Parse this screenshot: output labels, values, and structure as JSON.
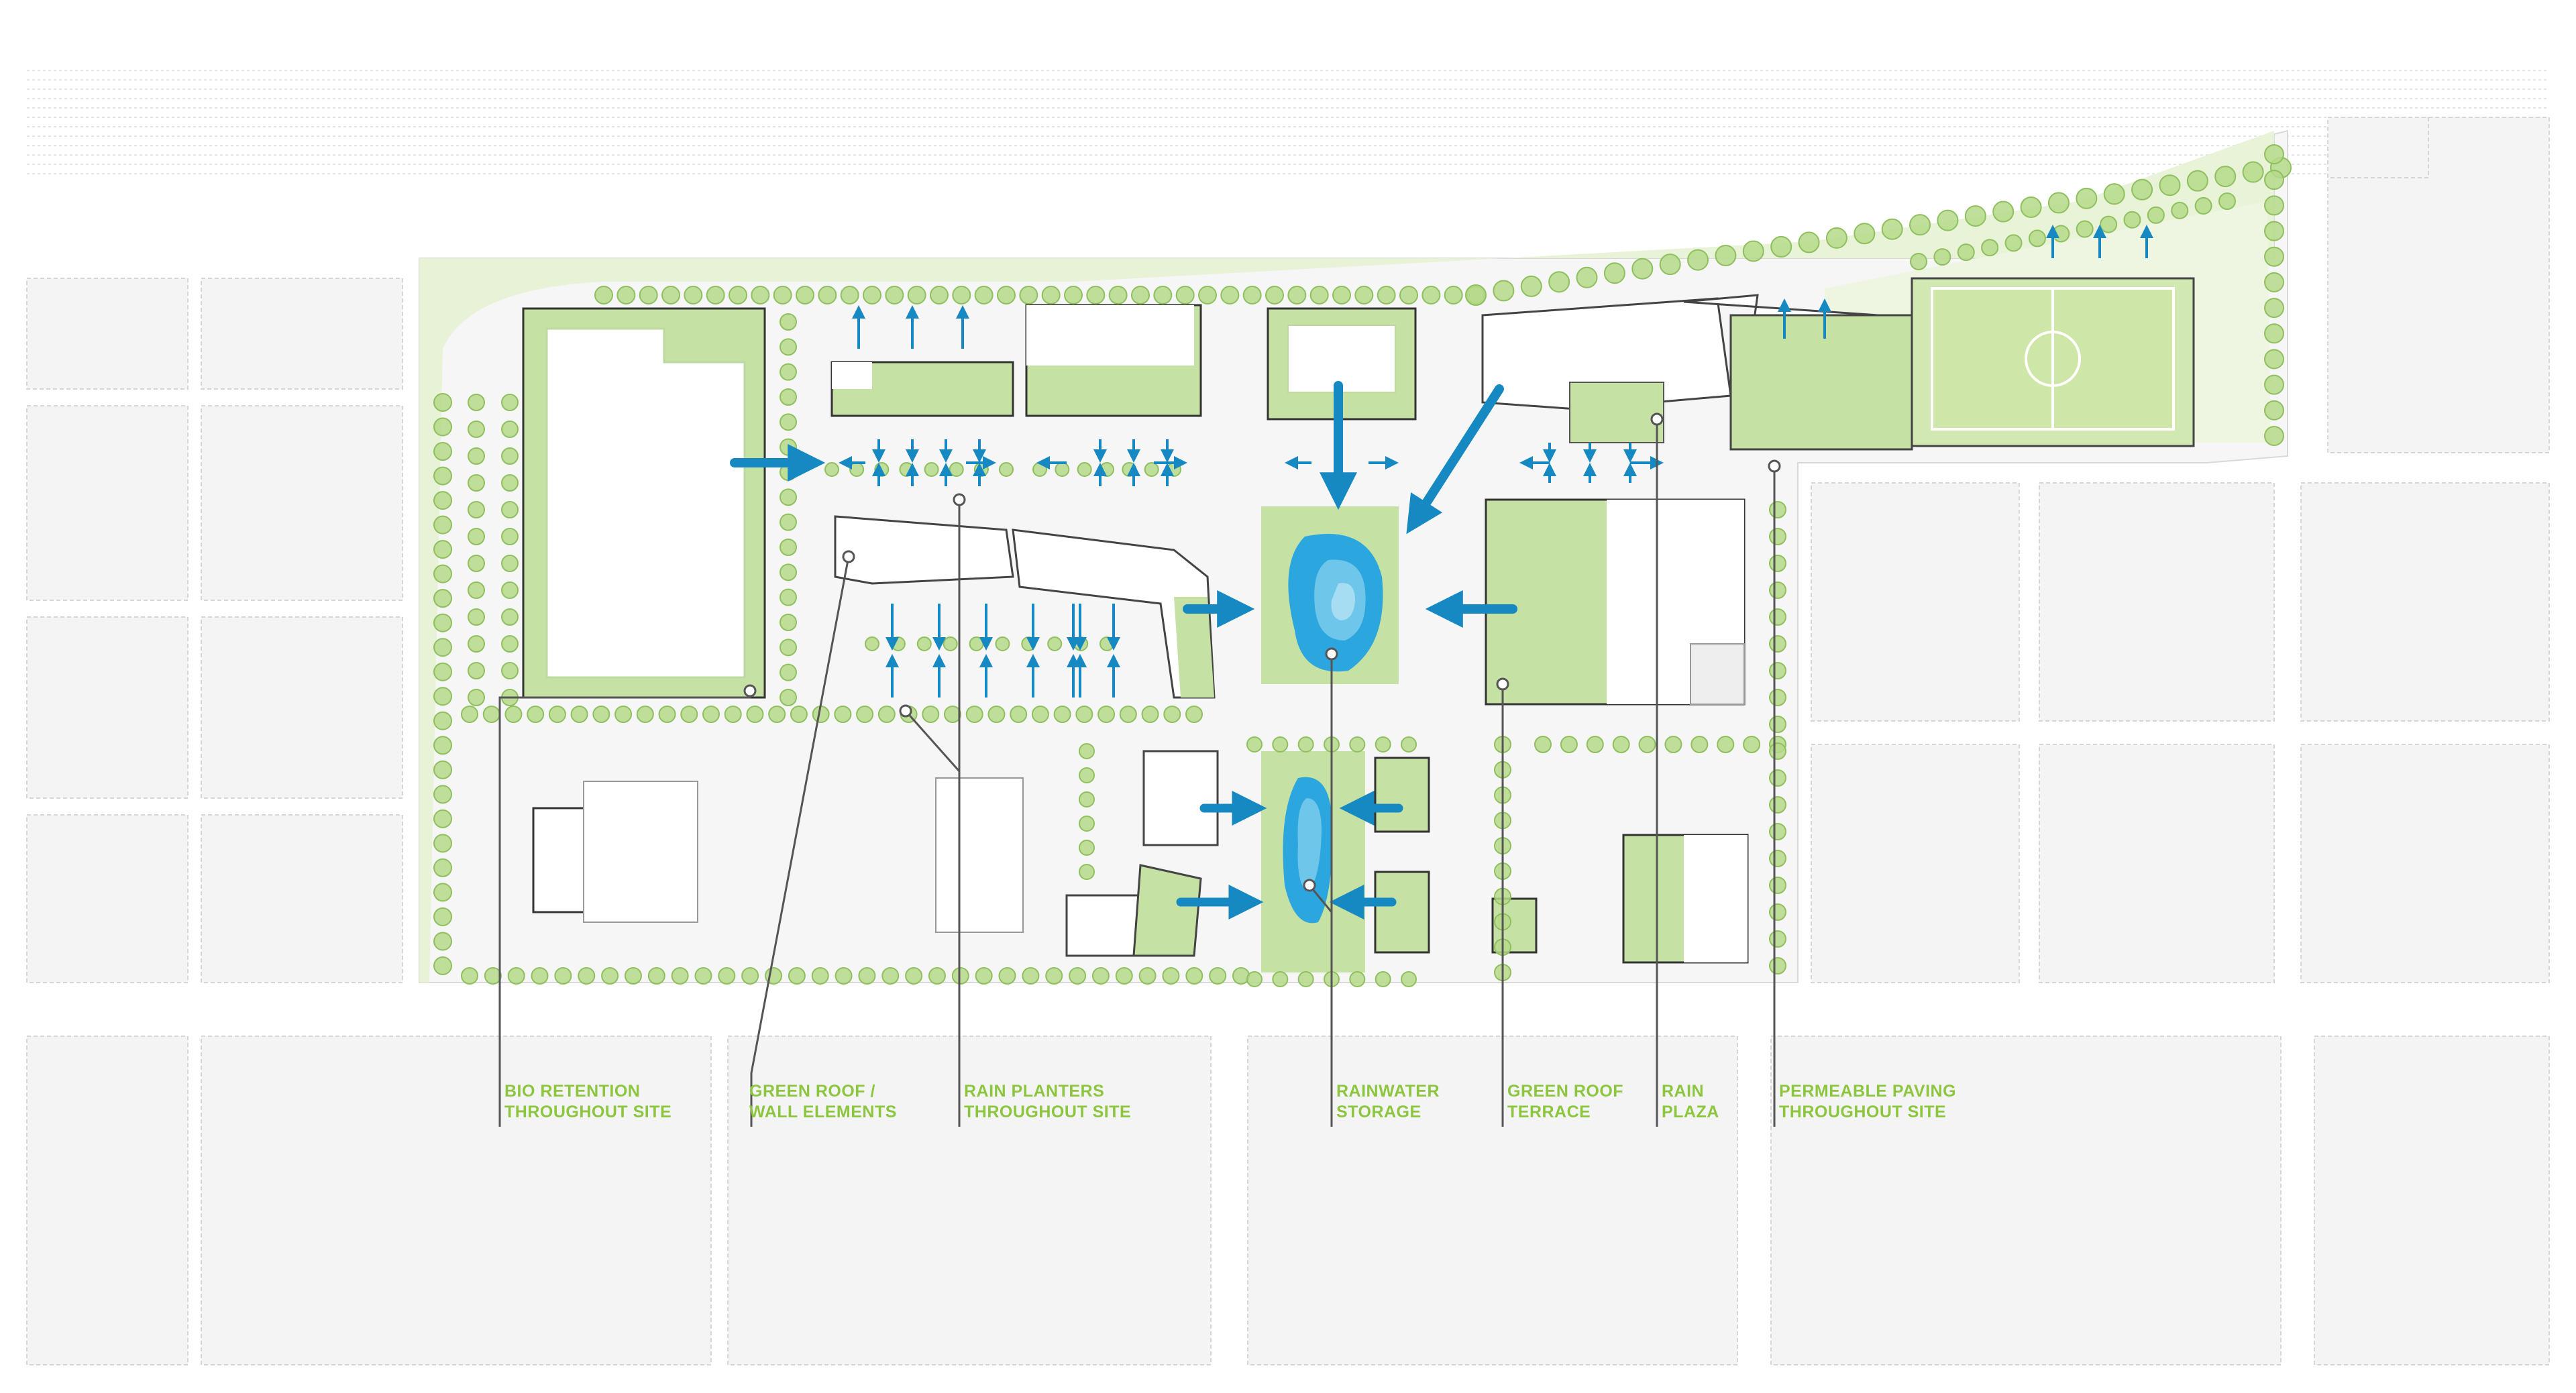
{
  "colors": {
    "background": "#ffffff",
    "context_block": "#f2f2f2",
    "context_outline": "#d0d0d0",
    "site_green_light": "#e6f2d4",
    "site_green_mid": "#c5e1a3",
    "tree_green": "#b5d98a",
    "building_white": "#ffffff",
    "water_blue": "#2ba6de",
    "water_light": "#7fd0f0",
    "arrow_blue": "#1689c3",
    "label_green": "#8cc63f",
    "leader_line": "#555555"
  },
  "callouts": [
    {
      "id": "bio-retention",
      "line1": "BIO RETENTION",
      "line2": "THROUGHOUT SITE"
    },
    {
      "id": "green-roof-wall",
      "line1": "GREEN ROOF /",
      "line2": "WALL ELEMENTS"
    },
    {
      "id": "rain-planters",
      "line1": "RAIN PLANTERS",
      "line2": "THROUGHOUT SITE"
    },
    {
      "id": "rainwater-storage",
      "line1": "RAINWATER",
      "line2": "STORAGE"
    },
    {
      "id": "green-roof-terrace",
      "line1": "GREEN ROOF",
      "line2": "TERRACE"
    },
    {
      "id": "rain-plaza",
      "line1": "RAIN",
      "line2": "PLAZA"
    },
    {
      "id": "permeable-paving",
      "line1": "PERMEABLE PAVING",
      "line2": "THROUGHOUT SITE"
    }
  ]
}
